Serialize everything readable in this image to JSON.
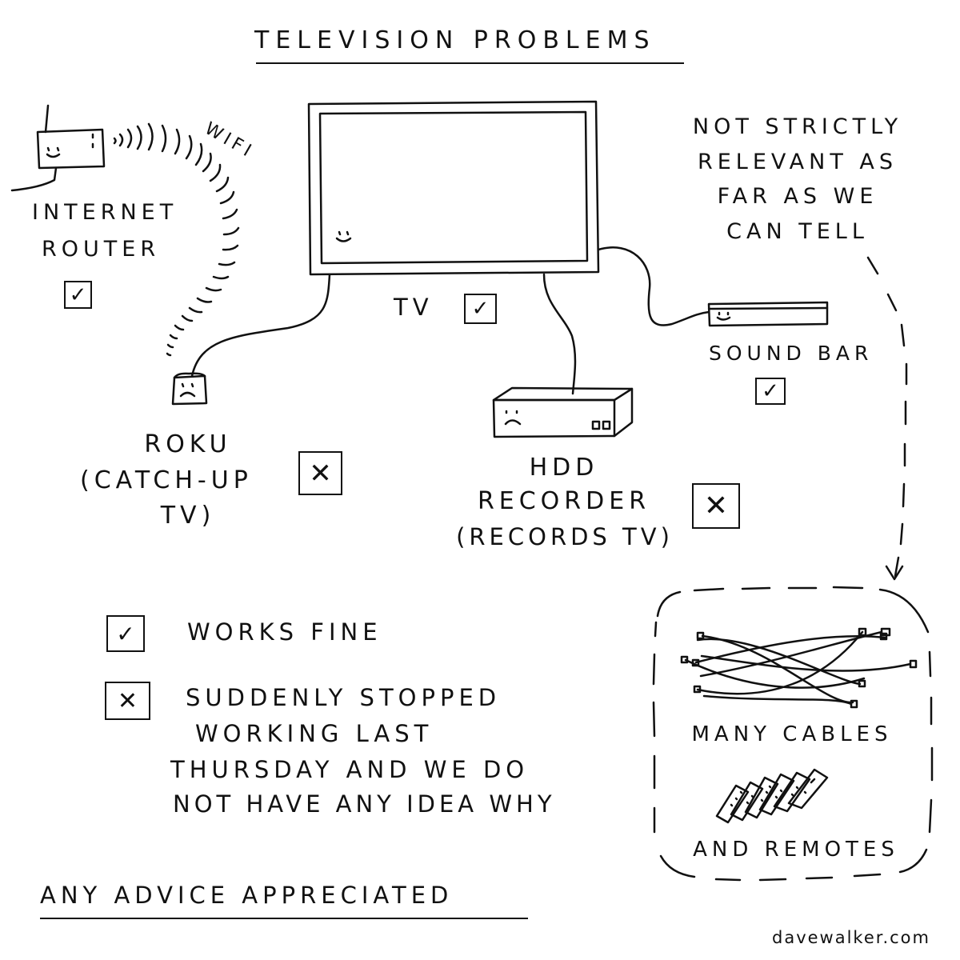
{
  "title": "TELEVISION PROBLEMS",
  "devices": {
    "router": {
      "line1": "INTERNET",
      "line2": "ROUTER",
      "status": "works"
    },
    "wifi": "WIFI",
    "tv": {
      "label": "TV",
      "status": "works"
    },
    "soundbar": {
      "label": "SOUND BAR",
      "status": "works"
    },
    "roku": {
      "line1": "ROKU",
      "line2": "(CATCH-UP",
      "line3": "TV)",
      "status": "broken"
    },
    "hdd": {
      "line1": "HDD",
      "line2": "RECORDER",
      "line3": "(RECORDS TV)",
      "status": "broken"
    }
  },
  "note": {
    "line1": "NOT STRICTLY",
    "line2": "RELEVANT AS",
    "line3": "FAR AS WE",
    "line4": "CAN TELL"
  },
  "clutter": {
    "cables": "MANY CABLES",
    "remotes": "AND REMOTES"
  },
  "legend": {
    "works": {
      "symbol": "✓",
      "text": "WORKS FINE"
    },
    "broken": {
      "symbol": "✕",
      "line1": "SUDDENLY STOPPED",
      "line2": "WORKING LAST",
      "line3": "THURSDAY AND WE DO",
      "line4": "NOT HAVE ANY IDEA WHY"
    }
  },
  "footer": "ANY ADVICE APPRECIATED",
  "credit": "davewalker.com"
}
